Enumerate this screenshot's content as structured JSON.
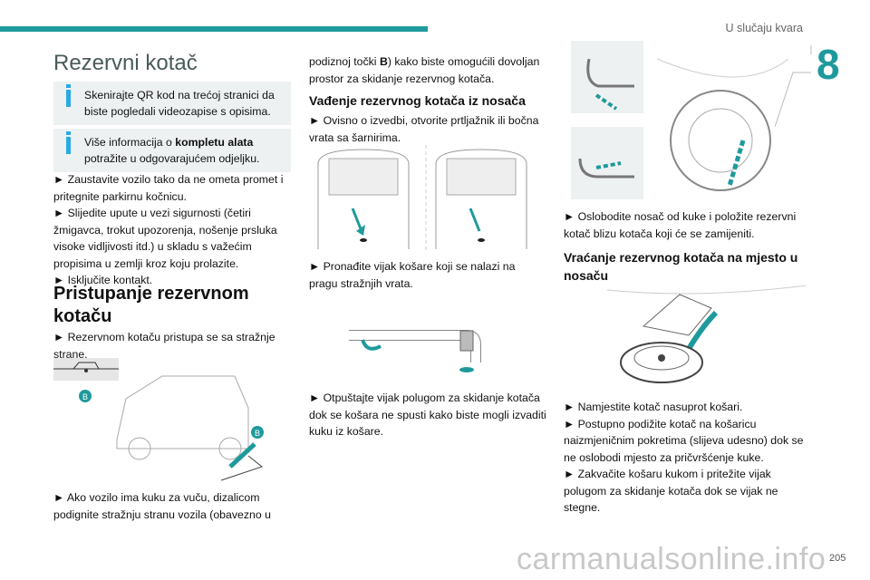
{
  "header": {
    "section": "U slučaju kvara",
    "chapter": "8"
  },
  "title": "Rezervni kotač",
  "info": [
    {
      "text": "Skenirajte QR kod na trećoj stranici da biste pogledali videozapise s opisima."
    },
    {
      "pre": "Više informacija o ",
      "bold": "kompletu alata",
      "post": " potražite u odgovarajućem odjeljku."
    }
  ],
  "col1_steps": [
    "► Zaustavite vozilo tako da ne ometa promet i pritegnite parkirnu kočnicu.",
    "► Slijedite upute u vezi sigurnosti (četiri žmigavca, trokut upozorenja, nošenje prsluka visoke vidljivosti itd.) u skladu s važećim propisima u zemlji kroz koju prolazite.",
    "► Isključite kontakt."
  ],
  "access": {
    "heading": "Pristupanje rezervnom kotaču",
    "step": "► Rezervnom kotaču pristupa se sa stražnje strane.",
    "label_b": "B",
    "step2": "► Ako vozilo ima kuku za vuču, dizalicom podignite stražnju stranu vozila (obavezno u",
    "cont_pre": "podiznoj točki ",
    "cont_bold": "B",
    "cont_post": ") kako biste omogućili dovoljan prostor za skidanje rezervnog kotača."
  },
  "remove": {
    "heading": "Vađenje rezervnog kotača iz nosača",
    "steps": [
      "► Ovisno o izvedbi, otvorite prtljažnik ili bočna vrata sa šarnirima.",
      "► Pronađite vijak košare koji se nalazi na pragu stražnjih vrata.",
      "► Otpuštajte vijak polugom za skidanje kotača dok se košara ne spusti kako biste mogli izvaditi kuku iz košare.",
      "► Oslobodite nosač od kuke i položite rezervni kotač blizu kotača koji će se zamijeniti."
    ]
  },
  "refit": {
    "heading": "Vraćanje rezervnog kotača na mjesto u nosaču",
    "steps": [
      "► Namjestite kotač nasuprot košari.",
      "► Postupno podižite kotač na košaricu naizmjeničnim pokretima (slijeva udesno) dok se ne oslobodi mjesto za pričvršćenje kuke.",
      "► Zakvačite košaru kukom i pritežite vijak polugom za skidanje kotača dok se vijak ne stegne."
    ]
  },
  "page_number": "205",
  "watermark": "carmanualsonline.info",
  "colors": {
    "accent": "#1f9a9c",
    "info": "#29abe2"
  }
}
